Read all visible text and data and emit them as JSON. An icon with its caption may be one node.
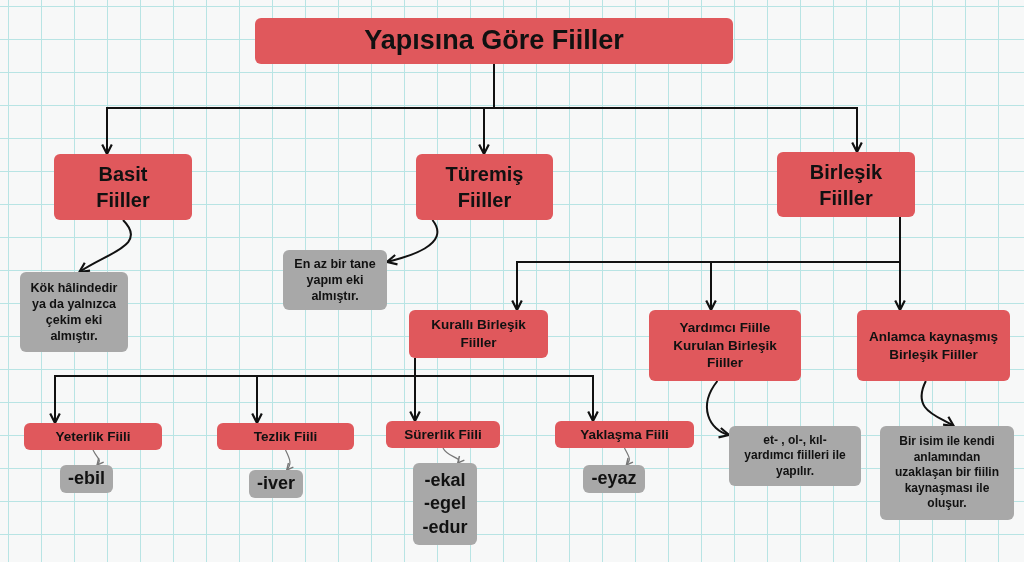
{
  "diagram": {
    "nodes": [
      {
        "text": [
          "Yapısına Göre Fiiller"
        ]
      },
      {
        "text": [
          "Basit Fiiller"
        ]
      },
      {
        "text": [
          "Türemiş Fiiller"
        ]
      },
      {
        "text": [
          "Birleşik Fiiller"
        ]
      },
      {
        "text": [
          "Kök hâlindedir ya da yalnızca çekim eki almıştır."
        ]
      },
      {
        "text": [
          "En az bir tane yapım eki almıştır."
        ]
      },
      {
        "text": [
          "Kurallı Birleşik Fiiller"
        ]
      },
      {
        "text": [
          "Yardımcı Fiille Kurulan Birleşik Fiiller"
        ]
      },
      {
        "text": [
          "Anlamca kaynaşmış Birleşik Fiiller"
        ]
      },
      {
        "text": [
          "Yeterlik Fiili"
        ]
      },
      {
        "text": [
          "Tezlik Fiili"
        ]
      },
      {
        "text": [
          "Sürerlik Fiili"
        ]
      },
      {
        "text": [
          "Yaklaşma Fiili"
        ]
      },
      {
        "text": [
          "et- , ol-, kıl- yardımcı fiilleri ile yapılır."
        ]
      },
      {
        "text": [
          "Bir isim ile kendi anlamından uzaklaşan bir fiilin kaynaşması ile oluşur."
        ]
      },
      {
        "text": [
          "-ebil"
        ]
      },
      {
        "text": [
          "-iver"
        ]
      },
      {
        "text": [
          "-ekal -egel -edur"
        ]
      },
      {
        "text": [
          "-eyaz"
        ]
      }
    ],
    "edges": [
      {
        "from": 0,
        "to": 1,
        "arrow": "to"
      },
      {
        "from": 0,
        "to": 2,
        "arrow": "to"
      },
      {
        "from": 0,
        "to": 3,
        "arrow": "to"
      },
      {
        "from": 1,
        "to": 4,
        "arrow": "to"
      },
      {
        "from": 2,
        "to": 5,
        "arrow": "to"
      },
      {
        "from": 3,
        "to": 6,
        "arrow": "to"
      },
      {
        "from": 3,
        "to": 7,
        "arrow": "to"
      },
      {
        "from": 3,
        "to": 8,
        "arrow": "to"
      },
      {
        "from": 6,
        "to": 9,
        "arrow": "to"
      },
      {
        "from": 6,
        "to": 10,
        "arrow": "to"
      },
      {
        "from": 6,
        "to": 11,
        "arrow": "to"
      },
      {
        "from": 6,
        "to": 12,
        "arrow": "to"
      },
      {
        "from": 7,
        "to": 13,
        "arrow": "to"
      },
      {
        "from": 8,
        "to": 14,
        "arrow": "to"
      },
      {
        "from": 9,
        "to": 15,
        "arrow": "to",
        "color": "#777777"
      },
      {
        "from": 10,
        "to": 16,
        "arrow": "to",
        "color": "#777777"
      },
      {
        "from": 11,
        "to": 17,
        "arrow": "to",
        "color": "#777777"
      },
      {
        "from": 12,
        "to": 18,
        "arrow": "to",
        "color": "#777777"
      }
    ]
  }
}
